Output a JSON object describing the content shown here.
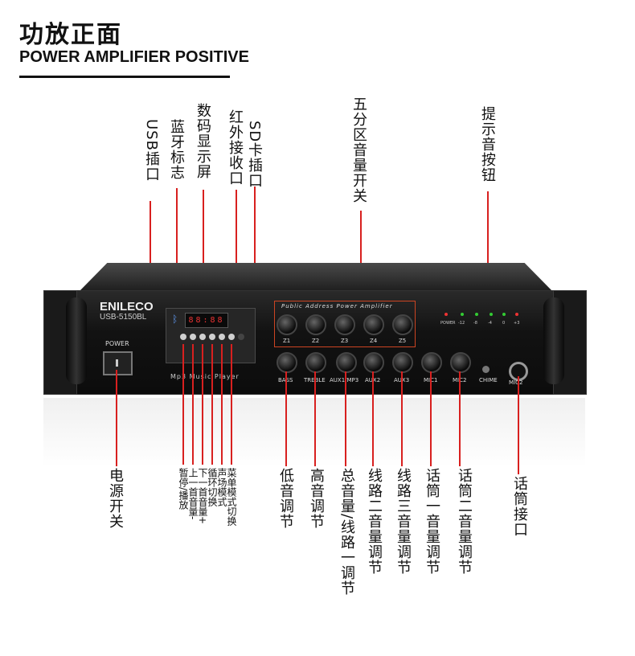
{
  "header": {
    "title_cn": "功放正面",
    "title_en": "POWER AMPLIFIER POSITIVE"
  },
  "device": {
    "brand": "ENILECO",
    "model": "USB-5150BL",
    "power_label": "POWER",
    "display_value": "88:88",
    "player_name": "Mp3 Music Player",
    "pa_label": "Public Address Power Amplifier",
    "zones": [
      "Z1",
      "Z2",
      "Z3",
      "Z4",
      "Z5"
    ],
    "knobs": [
      "BASS",
      "TREBLE",
      "AUX1/MP3",
      "AUX2",
      "AUX3",
      "MIC1",
      "MIC2"
    ],
    "chime_label": "CHIME",
    "mic2_label": "MIC2",
    "leds": [
      "POWER",
      "-12",
      "-8",
      "-4",
      "0",
      "+3"
    ]
  },
  "callouts_top": {
    "usb": "USB插口",
    "bluetooth": "蓝牙标志",
    "display": "数码显示屏",
    "ir": "红外接收口",
    "sd": "SD卡插口",
    "zones": "五分区音量开关",
    "chime": "提示音按钮"
  },
  "callouts_bottom": {
    "power": "电源开关",
    "pause": "暂停/播放",
    "prev": "上一首音量-",
    "next": "下一首音量+",
    "loop": "循环切换",
    "channel": "声场模式",
    "menu": "菜单模式切换",
    "bass": "低音调节",
    "treble": "高音调节",
    "master": "总音量/线路一调节",
    "aux2": "线路二音量调节",
    "aux3": "线路三音量调节",
    "mic1": "话筒一音量调节",
    "mic2": "话筒二音量调节",
    "mic_jack": "话筒接口"
  }
}
